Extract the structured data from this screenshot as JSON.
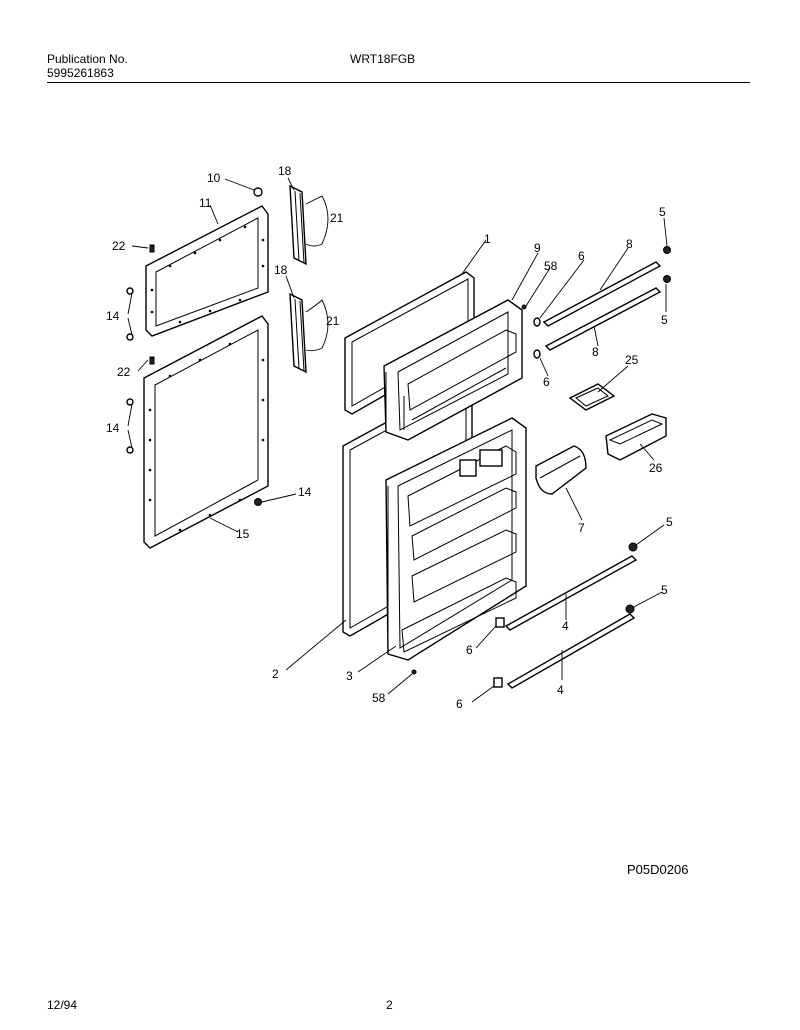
{
  "header": {
    "publication_label": "Publication No.",
    "publication_number": "5995261863",
    "model": "WRT18FGB"
  },
  "diagram": {
    "callouts": {
      "c1": "1",
      "c2": "2",
      "c3": "3",
      "c4a": "4",
      "c4b": "4",
      "c5a": "5",
      "c5b": "5",
      "c5c": "5",
      "c5d": "5",
      "c6a": "6",
      "c6b": "6",
      "c6c": "6",
      "c6d": "6",
      "c7": "7",
      "c8a": "8",
      "c8b": "8",
      "c9": "9",
      "c10": "10",
      "c11": "11",
      "c14a": "14",
      "c14b": "14",
      "c14c": "14",
      "c15": "15",
      "c18a": "18",
      "c18b": "18",
      "c21a": "21",
      "c21b": "21",
      "c22a": "22",
      "c22b": "22",
      "c25": "25",
      "c26": "26",
      "c58a": "58",
      "c58b": "58"
    },
    "drawing_code": "P05D0206"
  },
  "footer": {
    "date": "12/94",
    "page": "2"
  }
}
